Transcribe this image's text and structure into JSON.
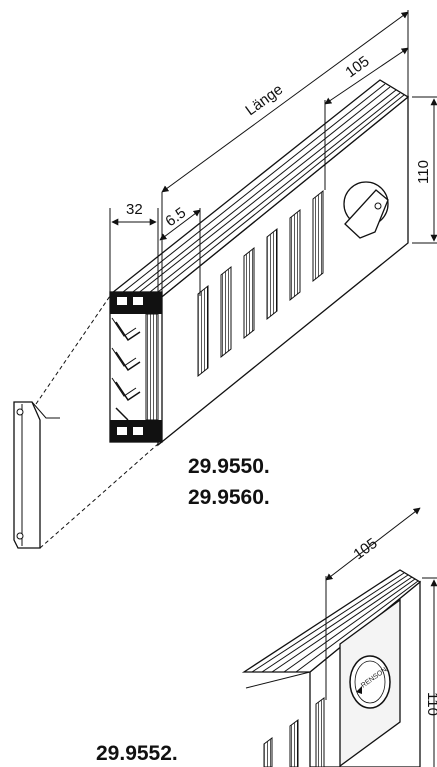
{
  "dimensions": {
    "length": "Länge",
    "d105_top": "105",
    "d110_top": "110",
    "d32": "32",
    "d6_5": "6.5",
    "d105_bottom": "105",
    "d110_bottom": "110"
  },
  "products": {
    "code_1": "29.9550.",
    "code_2": "29.9560.",
    "code_3": "29.9552."
  },
  "badge": {
    "brand": "RENSON"
  }
}
